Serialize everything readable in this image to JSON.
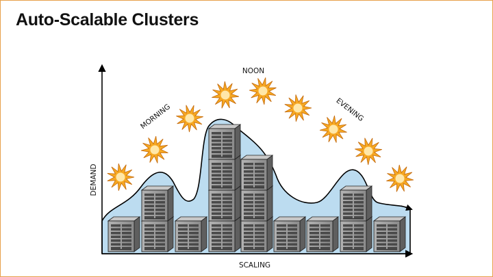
{
  "slide": {
    "title": "Auto-Scalable Clusters"
  },
  "diagram": {
    "x_axis_label": "SCALING",
    "y_axis_label": "DEMAND",
    "time_labels": {
      "morning": "MORNING",
      "noon": "NOON",
      "evening": "EVENING"
    },
    "server_stacks": [
      1,
      2,
      1,
      4,
      3,
      1,
      1,
      2,
      1
    ],
    "sun_count": 9,
    "icons": [
      "server-rack-icon",
      "sun-burst-icon"
    ]
  },
  "colors": {
    "frame_border": "#e8a04a",
    "demand_fill": "#bcdcf0",
    "sun_fill": "#f6a823",
    "sun_core": "#ffe7a8",
    "server_face": "#9b9b9b",
    "server_side": "#5f5f5f"
  }
}
